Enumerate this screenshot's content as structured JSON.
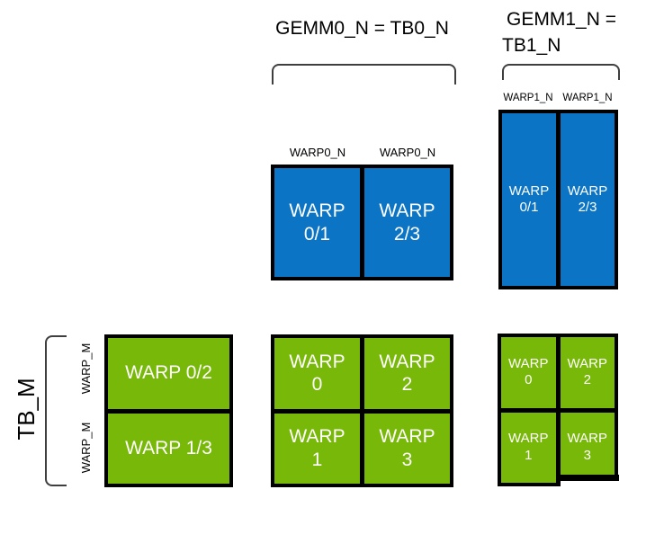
{
  "colors": {
    "blue_fill": "#0b74c4",
    "green_fill": "#78b808",
    "block_border": "#000000",
    "bracket_line": "#3f3f3f",
    "cell_text": "#ffffff",
    "label_text": "#000000",
    "background": "#ffffff"
  },
  "annotations": {
    "gemm0_title": "GEMM0_N = TB0_N",
    "gemm1_title_line1": "GEMM1_N =",
    "gemm1_title_line2": "TB1_N",
    "tb_m": "TB_M",
    "warp_m_row0": "WARP_M",
    "warp_m_row1": "WARP_M",
    "warp0_n_left": "WARP0_N",
    "warp0_n_right": "WARP0_N",
    "warp1_n_left": "WARP1_N",
    "warp1_n_right": "WARP1_N"
  },
  "blocks": {
    "gemm0_warp_tiles_n": {
      "cells": [
        {
          "line1": "WARP",
          "line2": "0/1"
        },
        {
          "line1": "WARP",
          "line2": "2/3"
        }
      ]
    },
    "gemm1_warp_tiles_n": {
      "cells": [
        {
          "line1": "WARP",
          "line2": "0/1"
        },
        {
          "line1": "WARP",
          "line2": "2/3"
        }
      ]
    },
    "tb_warp_tiles_m": {
      "cells": [
        {
          "line1": "WARP 0/2"
        },
        {
          "line1": "WARP 1/3"
        }
      ]
    },
    "gemm0_warp_grid": {
      "cells": [
        {
          "line1": "WARP",
          "line2": "0"
        },
        {
          "line1": "WARP",
          "line2": "2"
        },
        {
          "line1": "WARP",
          "line2": "1"
        },
        {
          "line1": "WARP",
          "line2": "3"
        }
      ]
    },
    "gemm1_warp_grid": {
      "cells": [
        {
          "line1": "WARP",
          "line2": "0"
        },
        {
          "line1": "WARP",
          "line2": "2"
        },
        {
          "line1": "WARP",
          "line2": "1"
        },
        {
          "line1": "WARP",
          "line2": "3"
        }
      ]
    }
  }
}
